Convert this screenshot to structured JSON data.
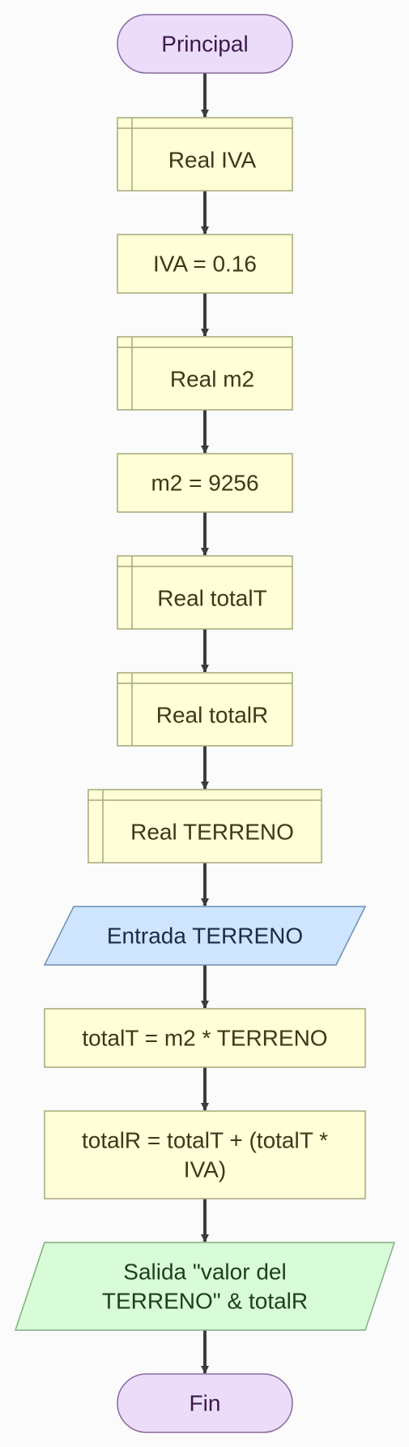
{
  "diagram": {
    "nodes": [
      {
        "id": "start",
        "kind": "terminal",
        "label": [
          "Principal"
        ]
      },
      {
        "id": "decl-iva",
        "kind": "declaration",
        "label": [
          "Real IVA"
        ]
      },
      {
        "id": "assign-iva",
        "kind": "process",
        "label": [
          "IVA = 0.16"
        ]
      },
      {
        "id": "decl-m2",
        "kind": "declaration",
        "label": [
          "Real m2"
        ]
      },
      {
        "id": "assign-m2",
        "kind": "process",
        "label": [
          "m2 = 9256"
        ]
      },
      {
        "id": "decl-totalt",
        "kind": "declaration",
        "label": [
          "Real totalT"
        ]
      },
      {
        "id": "decl-totalr",
        "kind": "declaration",
        "label": [
          "Real totalR"
        ]
      },
      {
        "id": "decl-terreno",
        "kind": "declaration",
        "label": [
          "Real TERRENO"
        ]
      },
      {
        "id": "input-terreno",
        "kind": "input",
        "label": [
          "Entrada TERRENO"
        ]
      },
      {
        "id": "calc-totalt",
        "kind": "process",
        "label": [
          "totalT = m2 * TERRENO"
        ]
      },
      {
        "id": "calc-totalr",
        "kind": "process",
        "label": [
          "totalR = totalT + (totalT *",
          "IVA)"
        ]
      },
      {
        "id": "output-valor",
        "kind": "output",
        "label": [
          "Salida \"valor del",
          "TERRENO\" & totalR"
        ]
      },
      {
        "id": "end",
        "kind": "terminal",
        "label": [
          "Fin"
        ]
      }
    ],
    "colors": {
      "terminal_fill": "#ebdcfa",
      "terminal_stroke": "#8a6a9e",
      "terminal_text": "#3b1a4a",
      "process_fill": "#fffed6",
      "process_stroke": "#a4a97a",
      "process_text": "#3a3a1a",
      "input_fill": "#cfe5ff",
      "input_stroke": "#6d8fb2",
      "input_text": "#1a2c45",
      "output_fill": "#d8fbd8",
      "output_stroke": "#7fb07f",
      "output_text": "#1c3f1c",
      "arrow": "#3c3c3c"
    }
  }
}
